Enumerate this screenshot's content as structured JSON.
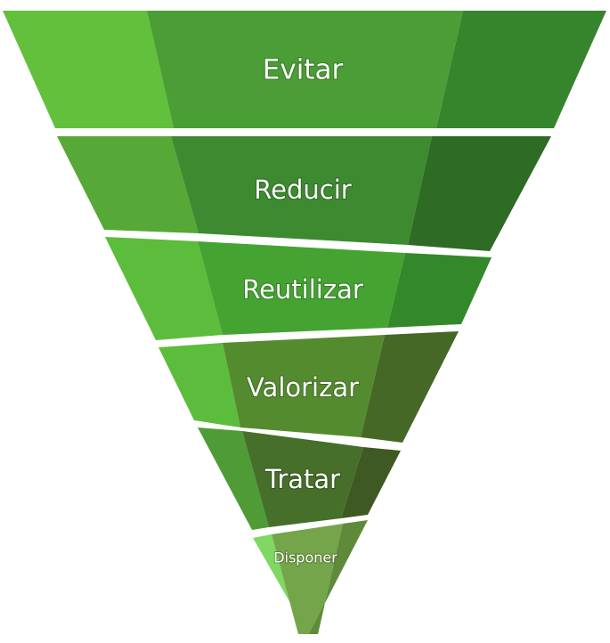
{
  "tiers": [
    {
      "label": "Evitar",
      "colors": {
        "left": "#63c03d",
        "mid": "#4a9e35",
        "right": "#36852c"
      }
    },
    {
      "label": "Reducir",
      "colors": {
        "left": "#56a837",
        "mid": "#3e8a30",
        "right": "#2e6b24"
      }
    },
    {
      "label": "Reutilizar",
      "colors": {
        "left": "#5cbd3c",
        "mid": "#45a332",
        "right": "#33892a"
      }
    },
    {
      "label": "Valorizar",
      "colors": {
        "left": "#5cbd3c",
        "mid": "#558b2f",
        "right": "#456826"
      }
    },
    {
      "label": "Tratar",
      "colors": {
        "left": "#4f9c36",
        "mid": "#466f2a",
        "right": "#3e5a22"
      }
    },
    {
      "label": "Disponer",
      "colors": {
        "left": "#7fd862",
        "mid": "#75a54a",
        "right": "#5f8a3a"
      }
    }
  ]
}
